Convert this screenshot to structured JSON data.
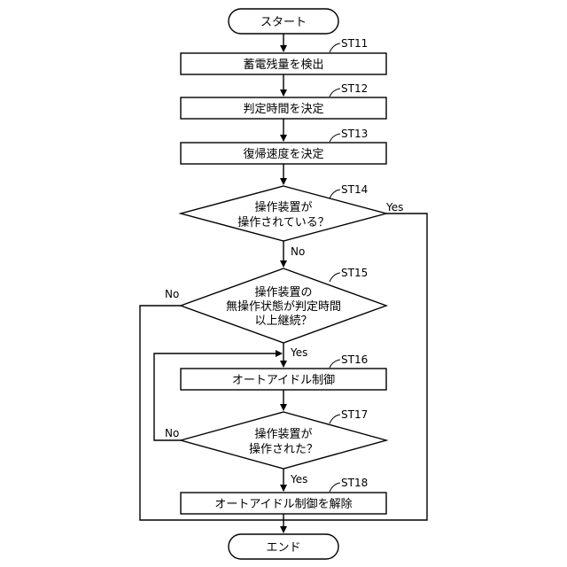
{
  "start": "スタート",
  "end": "エンド",
  "steps": {
    "st11": {
      "id": "ST11",
      "text": "蓄電残量を検出"
    },
    "st12": {
      "id": "ST12",
      "text": "判定時間を決定"
    },
    "st13": {
      "id": "ST13",
      "text": "復帰速度を決定"
    },
    "st14": {
      "id": "ST14",
      "line1": "操作装置が",
      "line2": "操作されている？"
    },
    "st15": {
      "id": "ST15",
      "line1": "操作装置の",
      "line2": "無操作状態が判定時間",
      "line3": "以上継続？"
    },
    "st16": {
      "id": "ST16",
      "text": "オートアイドル制御"
    },
    "st17": {
      "id": "ST17",
      "line1": "操作装置が",
      "line2": "操作された？"
    },
    "st18": {
      "id": "ST18",
      "text": "オートアイドル制御を解除"
    }
  },
  "labels": {
    "yes": "Yes",
    "no": "No"
  }
}
